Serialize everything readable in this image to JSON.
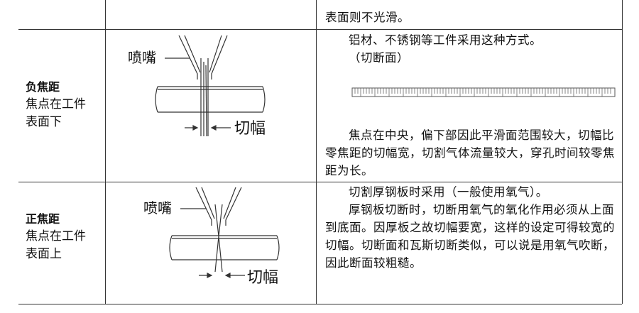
{
  "top_row": {
    "desc_tail": "表面则不光滑。"
  },
  "rows": [
    {
      "title": "负焦距",
      "subtitle_line1": "焦点在工件",
      "subtitle_line2": "表面下",
      "diagram": {
        "nozzle_label": "喷嘴",
        "kerf_label": "切幅"
      },
      "desc_line1": "铝材、不锈钢等工件采用这种方式。",
      "desc_line2": "（切断面）",
      "desc_para": "焦点在中央，偏下部因此平滑面范围较大，切幅比零焦距的切幅宽，切割气体流量较大，穿孔时间较零焦距为长。"
    },
    {
      "title": "正焦距",
      "subtitle_line1": "焦点在工件",
      "subtitle_line2": "表面上",
      "diagram": {
        "nozzle_label": "喷嘴",
        "kerf_label": "切幅"
      },
      "desc_line1": "切割厚钢板时采用（一般使用氧气）。",
      "desc_para": "厚钢板切断时，切断用氧气的氧化作用必须从上面到底面。因厚板之故切幅要宽，这样的设定可得较宽的切幅。切断面和瓦斯切断类似，可以说是用氧气吹断，因此断面较粗糙。"
    }
  ]
}
